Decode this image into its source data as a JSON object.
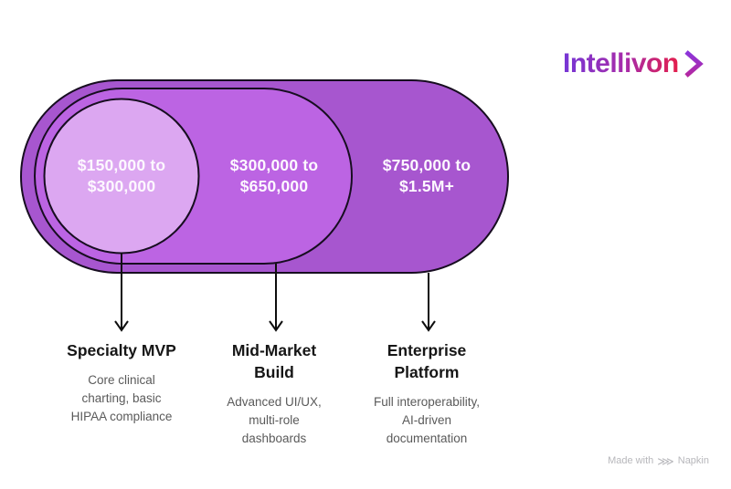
{
  "brand": {
    "name": "Intellivon",
    "gradient_start": "#7636d6",
    "gradient_mid": "#a82ba8",
    "gradient_end": "#e41e4b"
  },
  "chart_data": {
    "type": "nested-pill-tier-diagram",
    "title": "",
    "tiers": [
      {
        "range_lines": [
          "$150,000 to",
          "$300,000"
        ],
        "range_text": "$150,000 to $300,000",
        "title_lines": [
          "Specialty MVP"
        ],
        "title_text": "Specialty MVP",
        "description_lines": [
          "Core clinical",
          "charting, basic",
          "HIPAA compliance"
        ],
        "description_text": "Core clinical charting, basic HIPAA compliance",
        "fill": "#dca7f1"
      },
      {
        "range_lines": [
          "$300,000 to",
          "$650,000"
        ],
        "range_text": "$300,000 to $650,000",
        "title_lines": [
          "Mid-Market",
          "Build"
        ],
        "title_text": "Mid-Market Build",
        "description_lines": [
          "Advanced UI/UX,",
          "multi-role",
          "dashboards"
        ],
        "description_text": "Advanced UI/UX, multi-role dashboards",
        "fill": "#bc64e3"
      },
      {
        "range_lines": [
          "$750,000 to",
          "$1.5M+"
        ],
        "range_text": "$750,000 to $1.5M+",
        "title_lines": [
          "Enterprise",
          "Platform"
        ],
        "title_text": "Enterprise Platform",
        "description_lines": [
          "Full interoperability,",
          "AI-driven",
          "documentation"
        ],
        "description_text": "Full interoperability, AI-driven documentation",
        "fill": "#a756cf"
      }
    ],
    "outline_color": "#170d20",
    "range_text_color": "#ffffff",
    "title_text_color": "#161616",
    "description_text_color": "#5a5a5a"
  },
  "footer": {
    "made_with": "Made with",
    "brand": "Napkin"
  }
}
